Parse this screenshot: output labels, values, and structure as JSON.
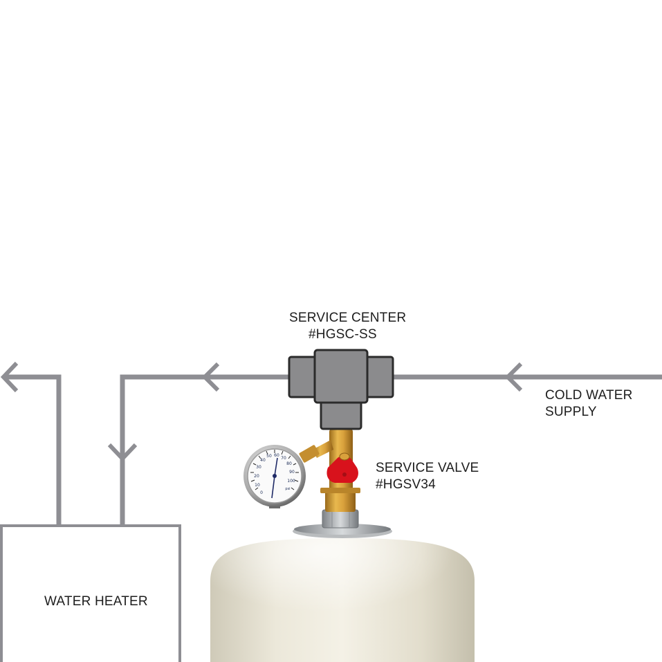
{
  "labels": {
    "service_center_line1": "SERVICE CENTER",
    "service_center_line2": "#HGSC-SS",
    "cold_water_line1": "COLD WATER",
    "cold_water_line2": "SUPPLY",
    "service_valve_line1": "SERVICE VALVE",
    "service_valve_line2": "#HGSV34",
    "water_heater": "WATER HEATER"
  },
  "gauge": {
    "scale": [
      "0",
      "10",
      "20",
      "30",
      "40",
      "50",
      "60",
      "70",
      "80",
      "90",
      "100"
    ],
    "unit": "psi"
  },
  "colors": {
    "pipe": "#8e8e93",
    "service_center_body": "#8b8b8d",
    "valve_handle": "#d8121c",
    "brass": "#c99431",
    "tank": "#e7e3d4"
  }
}
